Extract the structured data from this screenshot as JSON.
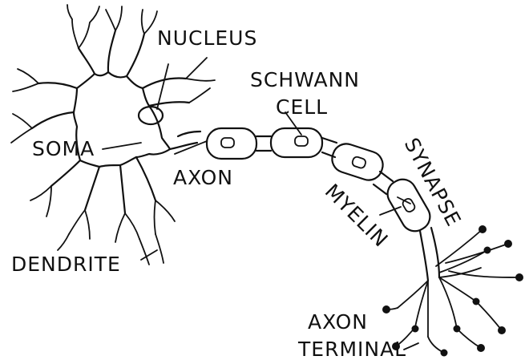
{
  "labels": {
    "nucleus": "NUCLEUS",
    "schwann_line1": "SCHWANN",
    "schwann_line2": "CELL",
    "soma": "SOMA",
    "axon": "AXON",
    "myelin": "MYELIN",
    "synapse": "SYNAPSE",
    "dendrite": "DENDRITE",
    "axon_terminal_line1": "AXON",
    "axon_terminal_line2": "TERMINAL"
  },
  "colors": {
    "ink": "#111111",
    "background": "#ffffff"
  }
}
